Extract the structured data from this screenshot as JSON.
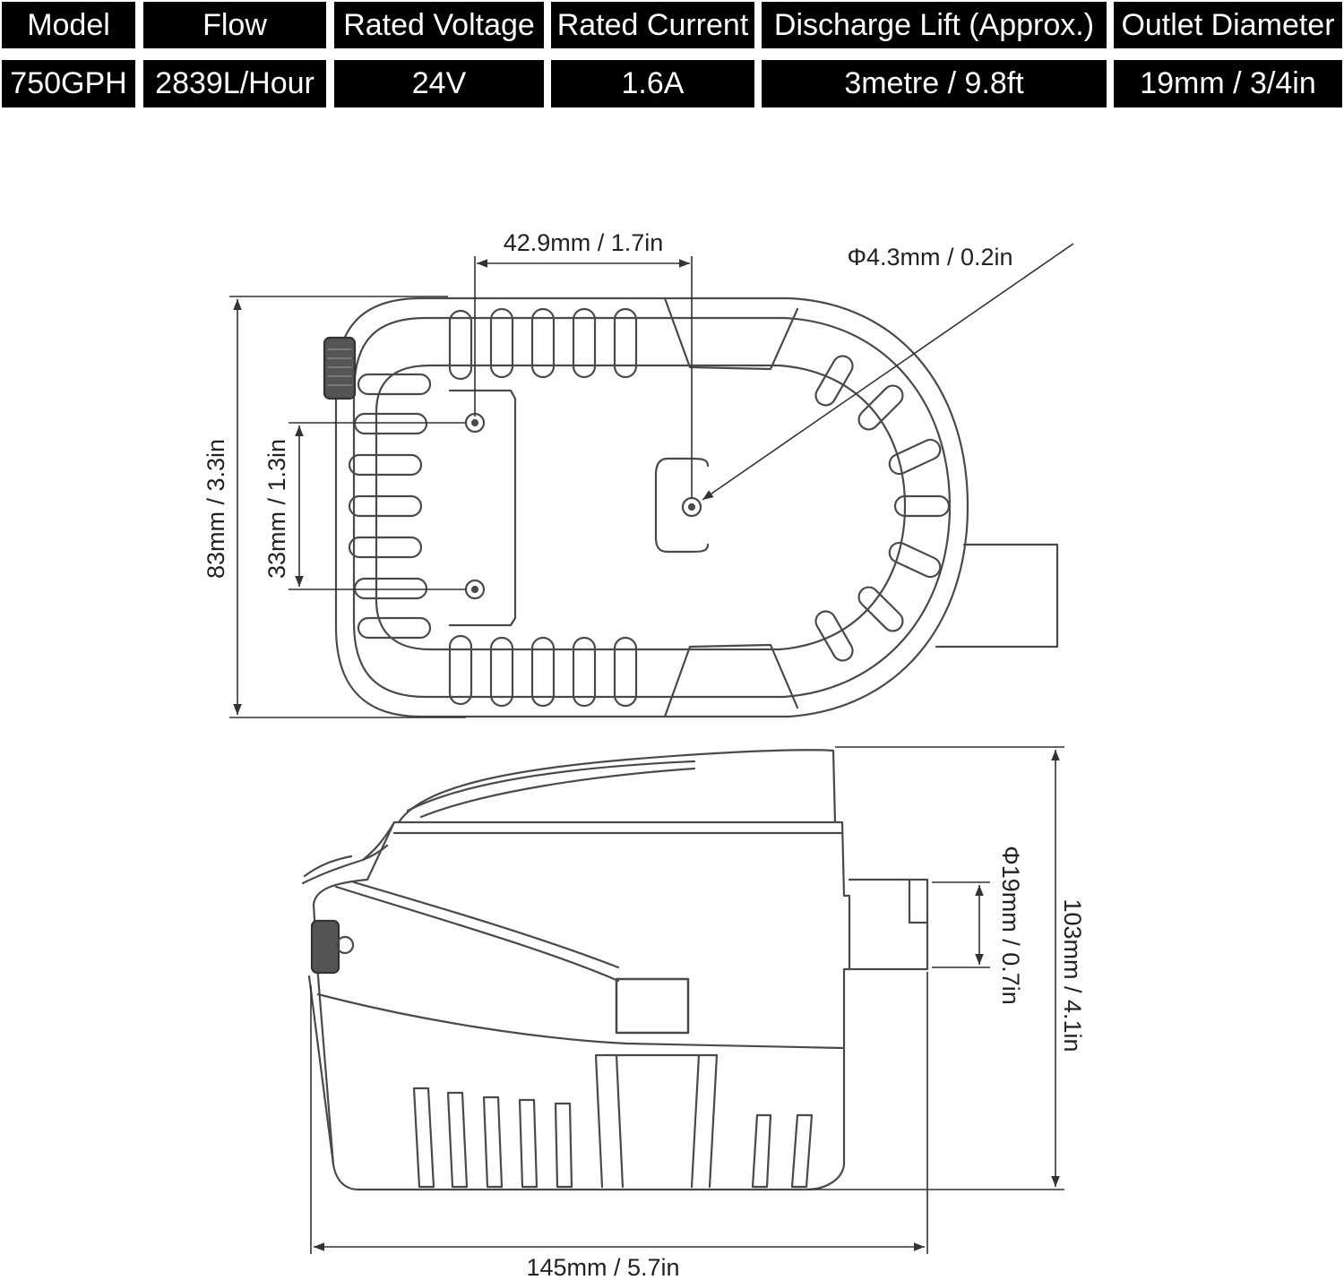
{
  "specs": {
    "headers": [
      "Model",
      "Flow",
      "Rated Voltage",
      "Rated Current",
      "Discharge Lift (Approx.)",
      "Outlet Diameter"
    ],
    "values": [
      "750GPH",
      "2839L/Hour",
      "24V",
      "1.6A",
      "3metre / 9.8ft",
      "19mm / 3/4in"
    ]
  },
  "dimensions": {
    "mount_spacing": "42.9mm / 1.7in",
    "hole_diameter": "Φ4.3mm / 0.2in",
    "width": "83mm / 3.3in",
    "hole_spacing": "33mm / 1.3in",
    "outlet_diameter": "Φ19mm / 0.7in",
    "height": "103mm / 4.1in",
    "length": "145mm / 5.7in"
  },
  "views": [
    "top-view",
    "side-view"
  ],
  "colors": {
    "header_bg": "#000000",
    "header_text": "#ffffff",
    "line": "#4a4a4a",
    "text": "#222222"
  }
}
